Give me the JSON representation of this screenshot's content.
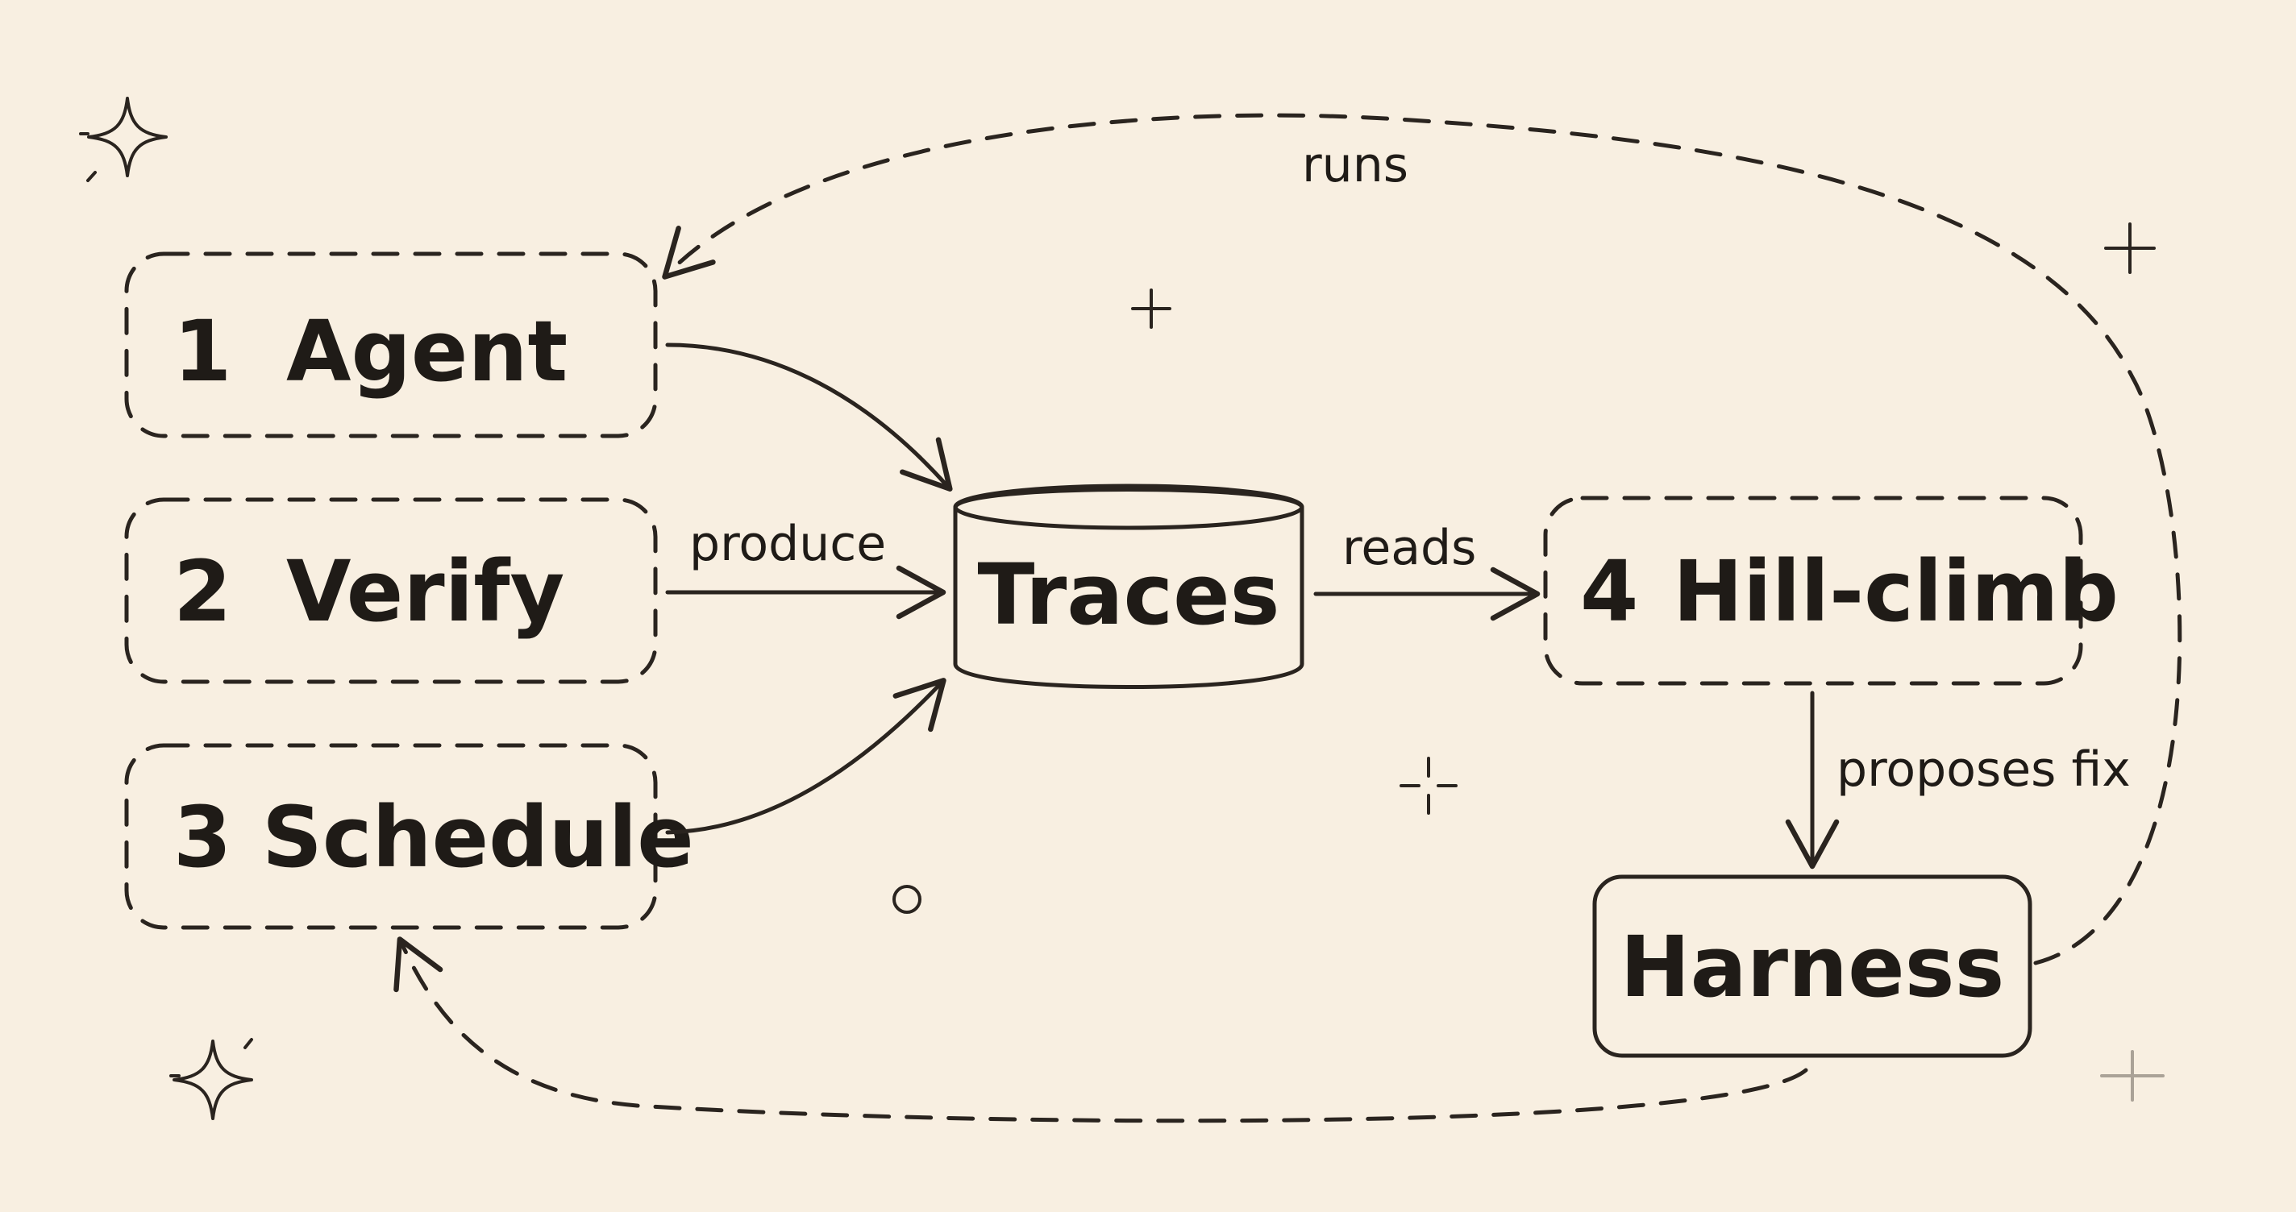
{
  "nodes": {
    "agent": {
      "number": "1",
      "label": "Agent"
    },
    "verify": {
      "number": "2",
      "label": "Verify"
    },
    "schedule": {
      "number": "3",
      "label": "Schedule"
    },
    "traces": {
      "label": "Traces"
    },
    "hill_climb": {
      "number": "4",
      "label": "Hill-climb"
    },
    "harness": {
      "label": "Harness"
    }
  },
  "edges": {
    "produce": "produce",
    "reads": "reads",
    "proposes_fix": "proposes fix",
    "runs": "runs"
  },
  "colors": {
    "background": "#f8efe1",
    "node_fill": "#f3e4cb",
    "highlight_fill": "#d9714f",
    "stroke": "#2a241f"
  },
  "icons": [
    "sparkle-icon",
    "plus-icon",
    "circle-icon"
  ]
}
